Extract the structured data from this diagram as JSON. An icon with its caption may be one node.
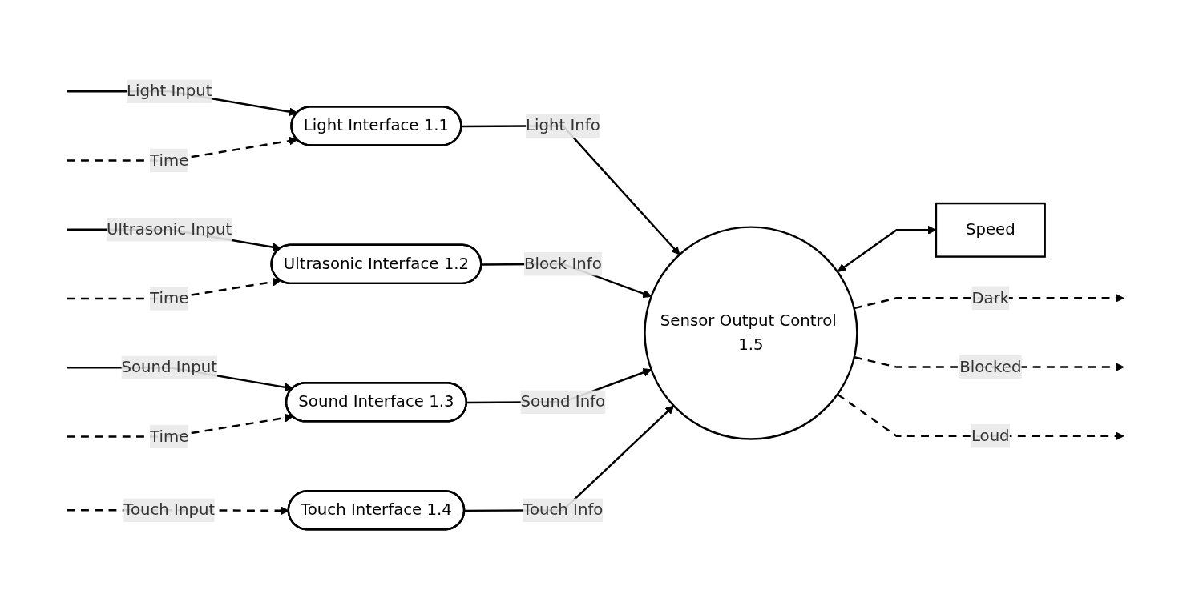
{
  "diagram": {
    "nodes": [
      {
        "text": [
          "Light Interface 1.1"
        ]
      },
      {
        "text": [
          "Ultrasonic Interface 1.2"
        ]
      },
      {
        "text": [
          "Sound Interface 1.3"
        ]
      },
      {
        "text": [
          "Touch Interface 1.4"
        ]
      },
      {
        "text": [
          "Sensor Output Control 1.5"
        ]
      },
      {
        "text": [
          "Speed"
        ]
      }
    ],
    "edges": [
      {
        "from": null,
        "to": 0,
        "arrow": "to",
        "label": "Light Input"
      },
      {
        "from": null,
        "to": 0,
        "arrow": "to",
        "label": "Time",
        "style": "dashed"
      },
      {
        "from": null,
        "to": 1,
        "arrow": "to",
        "label": "Ultrasonic Input"
      },
      {
        "from": null,
        "to": 1,
        "arrow": "to",
        "label": "Time",
        "style": "dashed"
      },
      {
        "from": null,
        "to": 2,
        "arrow": "to",
        "label": "Sound Input"
      },
      {
        "from": null,
        "to": 2,
        "arrow": "to",
        "label": "Time",
        "style": "dashed"
      },
      {
        "from": null,
        "to": 3,
        "arrow": "to",
        "label": "Touch Input",
        "style": "dashed"
      },
      {
        "from": 0,
        "to": 4,
        "arrow": "to",
        "label": "Light Info"
      },
      {
        "from": 1,
        "to": 4,
        "arrow": "to",
        "label": "Block Info"
      },
      {
        "from": 2,
        "to": 4,
        "arrow": "to",
        "label": "Sound Info"
      },
      {
        "from": 3,
        "to": 4,
        "arrow": "to",
        "label": "Touch Info"
      },
      {
        "from": 4,
        "to": 5,
        "arrow": "both"
      },
      {
        "from": 4,
        "to": null,
        "arrow": "to",
        "label": "Dark",
        "style": "dashed"
      },
      {
        "from": 4,
        "to": null,
        "arrow": "to",
        "label": "Blocked",
        "style": "dashed"
      },
      {
        "from": 4,
        "to": null,
        "arrow": "to",
        "label": "Loud",
        "style": "dashed"
      }
    ]
  }
}
